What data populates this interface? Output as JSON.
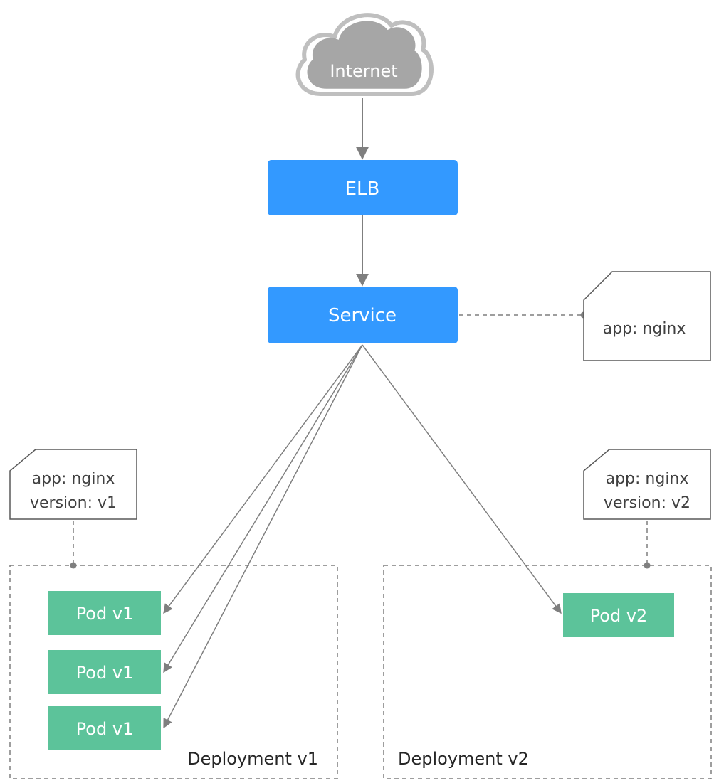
{
  "internet": {
    "label": "Internet"
  },
  "elb": {
    "label": "ELB"
  },
  "service": {
    "label": "Service"
  },
  "service_selector": {
    "line1": "app: nginx"
  },
  "v1_labels": {
    "line1": "app: nginx",
    "line2": "version: v1"
  },
  "v2_labels": {
    "line1": "app: nginx",
    "line2": "version: v2"
  },
  "deployment_v1": {
    "label": "Deployment v1",
    "pods": [
      "Pod v1",
      "Pod v1",
      "Pod v1"
    ]
  },
  "deployment_v2": {
    "label": "Deployment v2",
    "pods": [
      "Pod v2"
    ]
  },
  "colors": {
    "blue": "#3399ff",
    "green": "#5cc39a",
    "gray_line": "#7f7f7f",
    "cloud_fill": "#a6a6a6",
    "cloud_stroke": "#bfbfbf"
  }
}
